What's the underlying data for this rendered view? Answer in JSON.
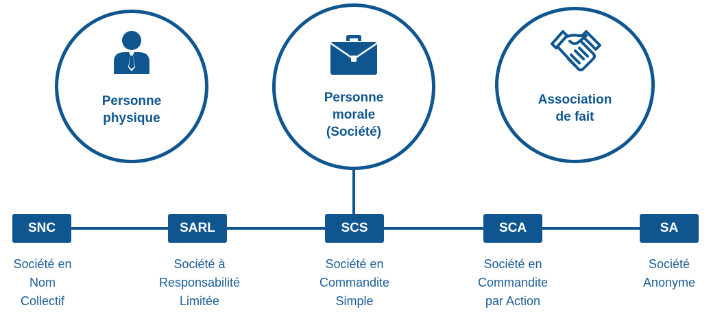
{
  "entities": [
    {
      "title": "Personne\nphysique",
      "icon": "person-icon"
    },
    {
      "title": "Personne\nmorale\n(Société)",
      "icon": "briefcase-icon"
    },
    {
      "title": "Association\nde fait",
      "icon": "handshake-icon"
    }
  ],
  "company_types": [
    {
      "abbr": "SNC",
      "label": "Société en\nNom\nCollectif"
    },
    {
      "abbr": "SARL",
      "label": "Société à\nResponsabilité\nLimitée"
    },
    {
      "abbr": "SCS",
      "label": "Société en\nCommandite\nSimple"
    },
    {
      "abbr": "SCA",
      "label": "Société en\nCommandite\npar Action"
    },
    {
      "abbr": "SA",
      "label": "Société\nAnonyme"
    }
  ],
  "colors": {
    "primary": "#0f5690",
    "text": "#1a5d96",
    "background": "#ffffff"
  }
}
